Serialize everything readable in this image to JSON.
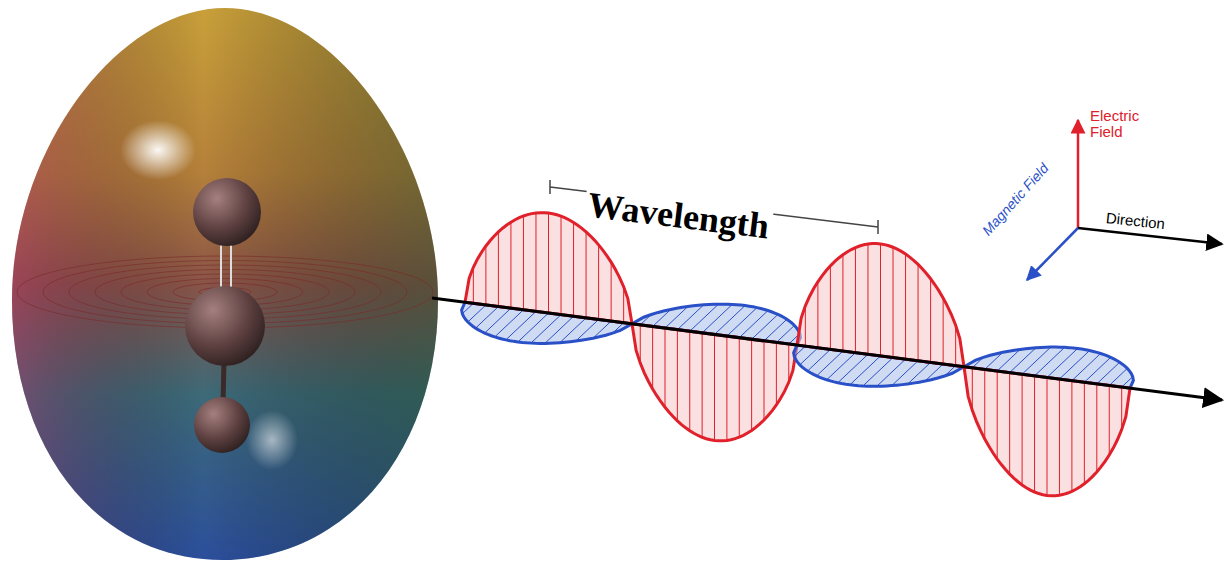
{
  "diagram": {
    "labels": [
      "Wavelength",
      "Electric Field",
      "Magnetic Field",
      "Direction"
    ]
  }
}
